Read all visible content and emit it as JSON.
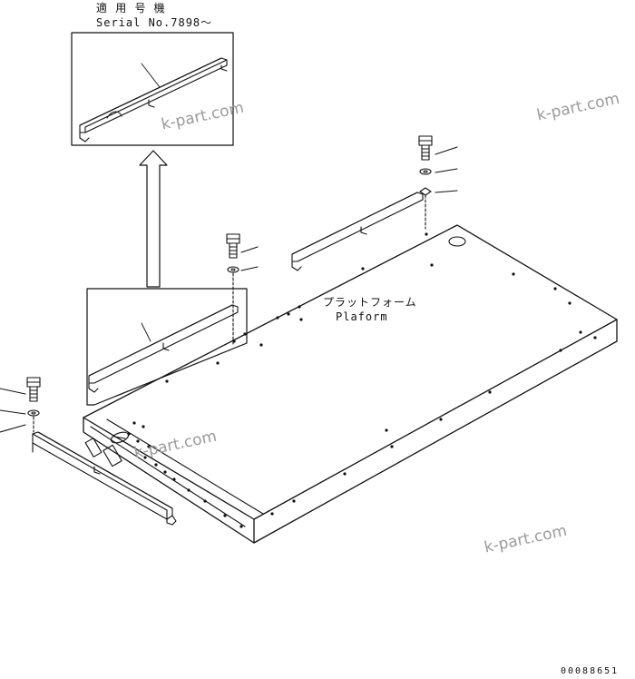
{
  "inset": {
    "jp_title": "適 用 号 機",
    "serial": "Serial No.7898～"
  },
  "platform": {
    "jp_label": "プラットフォーム",
    "en_label": "Plaform"
  },
  "watermarks": [
    "k-part.com",
    "k-part.com",
    "k-part.com",
    "k-part.com"
  ],
  "drawing_number": "00088651",
  "colors": {
    "line": "#111111",
    "watermark": "#9a9a9a"
  }
}
